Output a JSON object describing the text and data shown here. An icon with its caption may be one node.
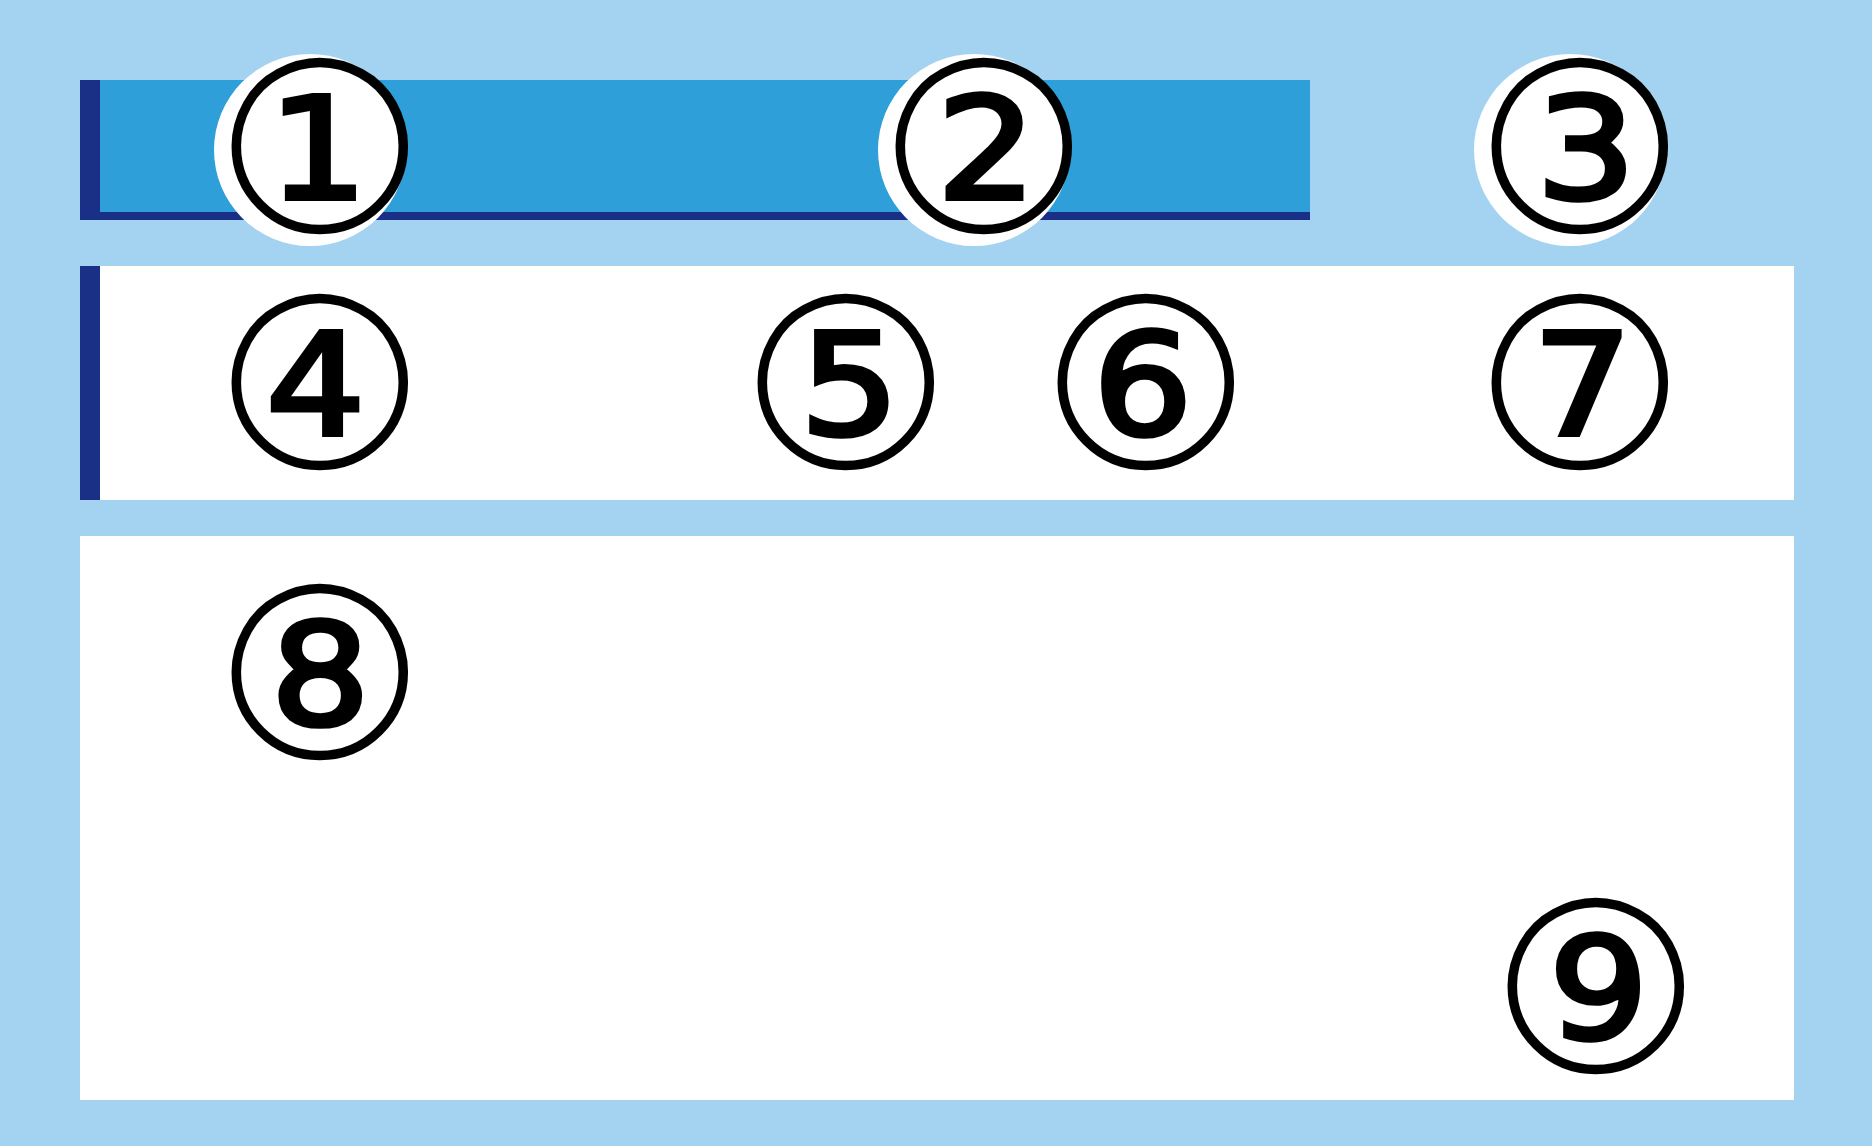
{
  "diagram": {
    "nodes": [
      {
        "text": [],
        "shape": "bar"
      },
      {
        "text": [],
        "shape": "box"
      },
      {
        "text": [],
        "shape": "box"
      }
    ],
    "labels": [
      "①",
      "②",
      "③",
      "④",
      "⑤",
      "⑥",
      "⑦",
      "⑧",
      "⑨"
    ]
  }
}
